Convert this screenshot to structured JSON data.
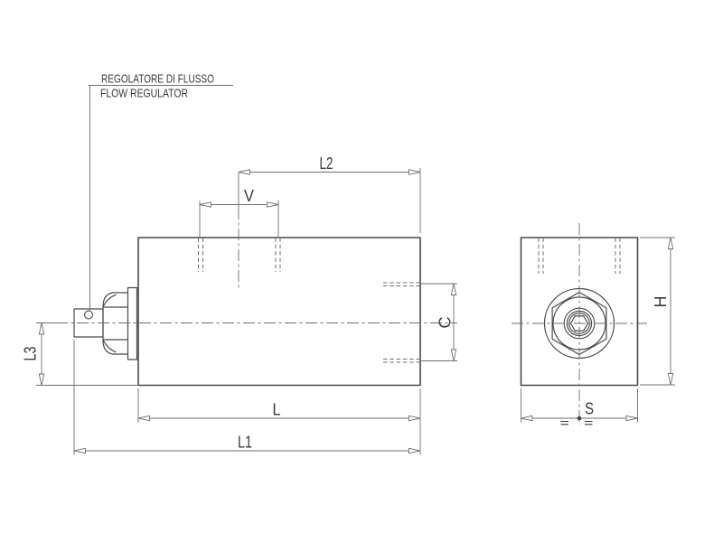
{
  "title_callout": {
    "line1": "REGOLATORE DI FLUSSO",
    "line2": "FLOW REGULATOR"
  },
  "dimension_labels": {
    "l2": "L2",
    "v": "V",
    "c": "C",
    "l3": "L3",
    "l": "L",
    "l1": "L1",
    "h": "H",
    "s": "S"
  },
  "colors": {
    "bg": "#ffffff",
    "line": "#4a4a4a",
    "dim": "#6f6f6f",
    "text": "#383838"
  }
}
